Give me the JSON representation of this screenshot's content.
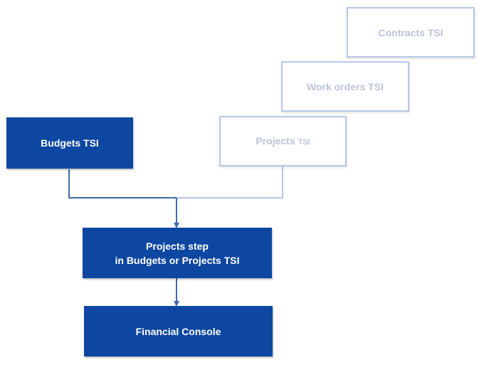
{
  "colors": {
    "solid_box": "#0d47a1",
    "ghost_border": "#b5c7e6",
    "ghost_text": "#b9c3d8",
    "connector_dark": "#3c6aa8",
    "connector_light": "#b8c8e2"
  },
  "boxes": {
    "contracts": {
      "label": "Contracts TSI"
    },
    "work_orders": {
      "label": "Work orders TSI"
    },
    "projects": {
      "label_main": "Projects ",
      "label_suffix": "TSI"
    },
    "budgets": {
      "label": "Budgets TSI"
    },
    "projects_step": {
      "line1": "Projects step",
      "line2": "in Budgets or Projects TSI"
    },
    "financial_console": {
      "label": "Financial Console"
    }
  }
}
